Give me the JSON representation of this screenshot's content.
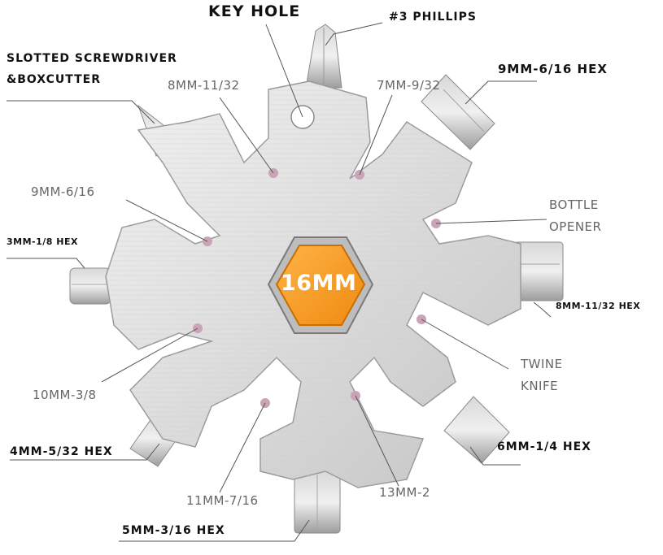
{
  "diagram": {
    "center_label": "16MM",
    "labels": {
      "key_hole": "KEY HOLE",
      "phillips": "#3 PHILLIPS",
      "slotted_line1": "SLOTTED SCREWDRIVER",
      "slotted_line2": "&BOXCUTTER",
      "hex_9mm_top": "9MM-6/16 HEX",
      "mm8_inner": "8MM-11/32",
      "mm7_inner": "7MM-9/32",
      "mm9_inner": "9MM-6/16",
      "bottle_line1": "BOTTLE",
      "bottle_line2": "OPENER",
      "hex_3mm": "3MM-1/8 HEX",
      "hex_8mm_right": "8MM-11/32 HEX",
      "twine_line1": "TWINE",
      "twine_line2": "KNIFE",
      "mm10_inner": "10MM-3/8",
      "hex_4mm": "4MM-5/32 HEX",
      "hex_6mm": "6MM-1/4 HEX",
      "mm11_inner": "11MM-7/16",
      "mm13_inner": "13MM-2",
      "hex_5mm": "5MM-3/16 HEX"
    },
    "colors": {
      "steel_light": "#e6e6e6",
      "steel_dark": "#a9a9a9",
      "hex_orange": "#f59a1d",
      "hole_pink": "#c9a3b6",
      "leader_line": "#555555"
    }
  }
}
